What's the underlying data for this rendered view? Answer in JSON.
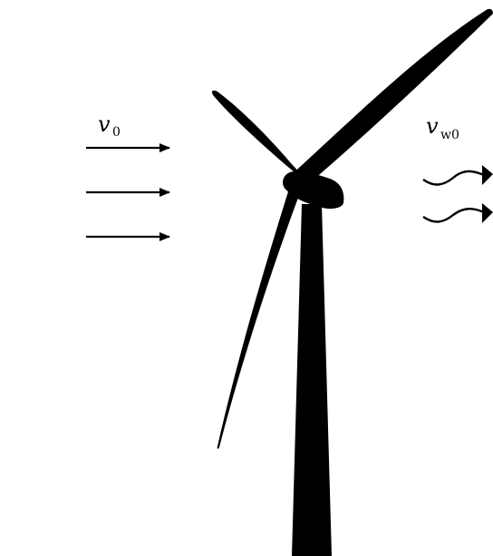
{
  "labels": {
    "inflow": {
      "symbol": "v",
      "subscript": "0"
    },
    "wake": {
      "symbol": "v",
      "subscript": "w0"
    }
  },
  "colors": {
    "background": "#ffffff",
    "ink": "#000000"
  },
  "icons": {
    "inflow_arrows": "arrow-right-straight",
    "wake_arrows": "arrow-right-wavy",
    "turbine": "wind-turbine-silhouette"
  }
}
